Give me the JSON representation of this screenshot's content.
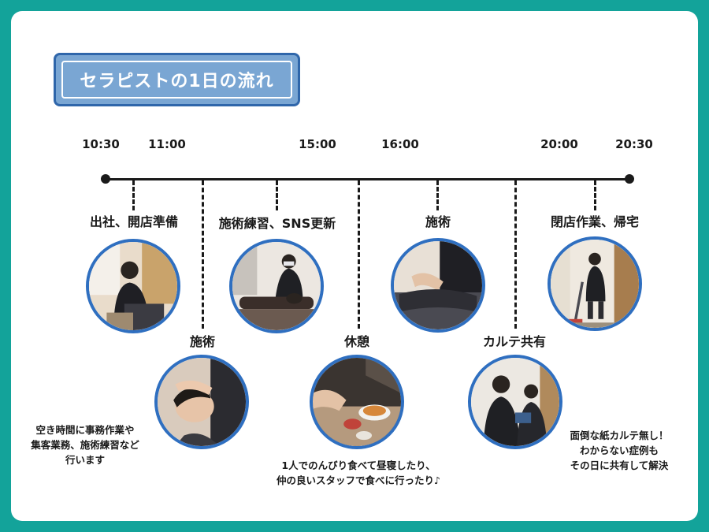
{
  "title": "セラピストの1日の流れ",
  "times": [
    "10:30",
    "11:00",
    "15:00",
    "16:00",
    "20:00",
    "20:30"
  ],
  "events": [
    "出社、開店準備",
    "施術",
    "施術練習、SNS更新",
    "休憩",
    "施術",
    "カルテ共有",
    "閉店作業、帰宅"
  ],
  "notes": {
    "free_time": [
      "空き時間に事務作業や",
      "集客業務、施術練習など",
      "行います"
    ],
    "break": [
      "1人でのんびり食べて昼寝したり、",
      "仲の良いスタッフで食べに行ったり♪"
    ],
    "karte": [
      "面倒な紙カルテ無し！",
      "わからない症例も",
      "その日に共有して解決"
    ]
  },
  "colors": {
    "background": "#13a39a",
    "title_fill": "#7aa6d3",
    "title_border": "#2f66aa",
    "photo_ring": "#2f6fc0"
  },
  "photos": [
    "photo-therapist-at-desk",
    "photo-head-massage",
    "photo-practice-session",
    "photo-lunch-break",
    "photo-back-treatment",
    "photo-karte-sharing",
    "photo-cleaning"
  ]
}
